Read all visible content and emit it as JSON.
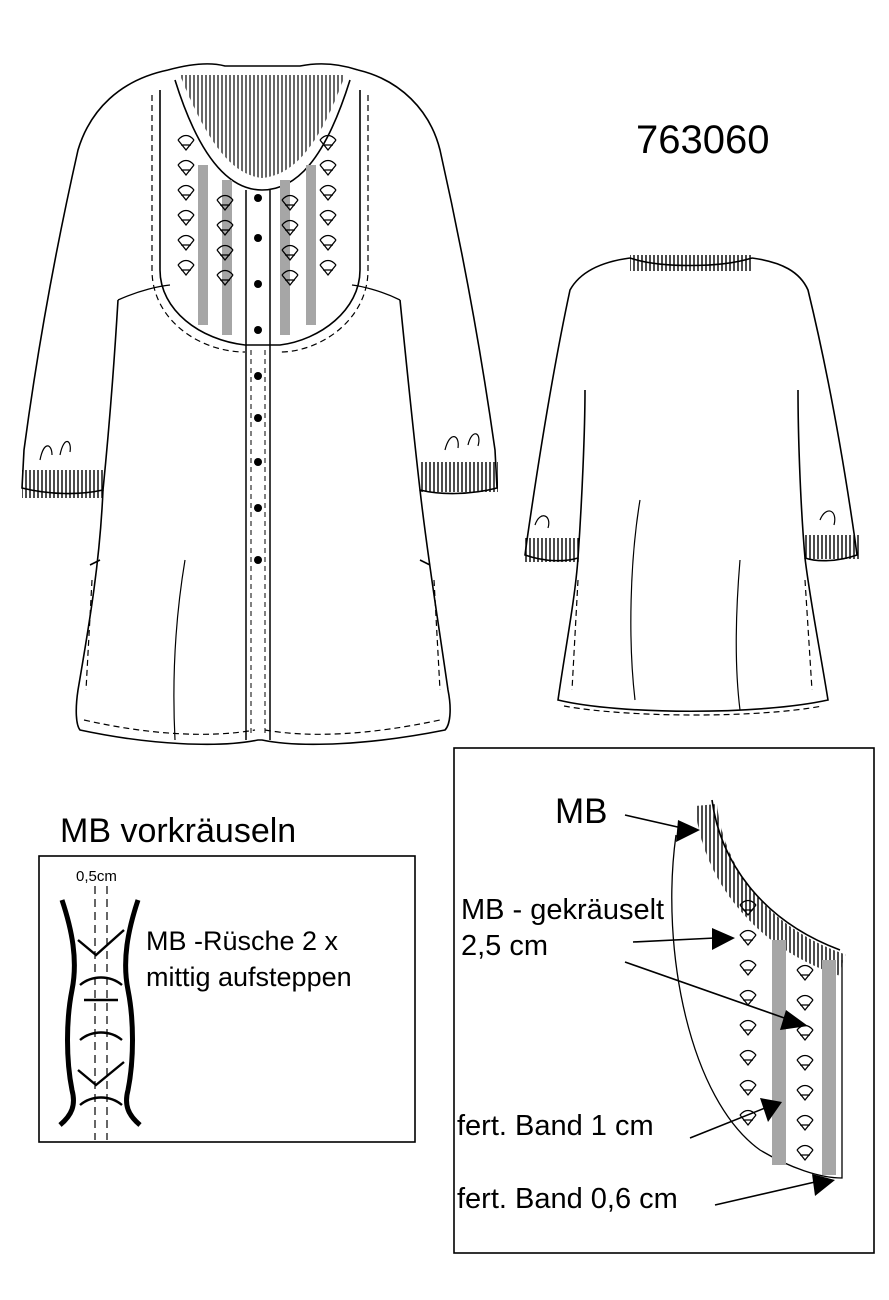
{
  "model_number": "763060",
  "ruffle_detail": {
    "title": "MB vorkräuseln",
    "seam_width": "0,5cm",
    "instruction_line1": "MB -Rüsche 2 x",
    "instruction_line2": "mittig aufsteppen"
  },
  "neckline_detail": {
    "label_mb": "MB",
    "label_gathered_line1": "MB - gekräuselt",
    "label_gathered_line2": "2,5 cm",
    "label_band_1cm": "fert. Band 1 cm",
    "label_band_06cm": "fert. Band 0,6 cm"
  },
  "colors": {
    "line": "#000000",
    "stripe": "#a6a6a6",
    "background": "#ffffff"
  }
}
